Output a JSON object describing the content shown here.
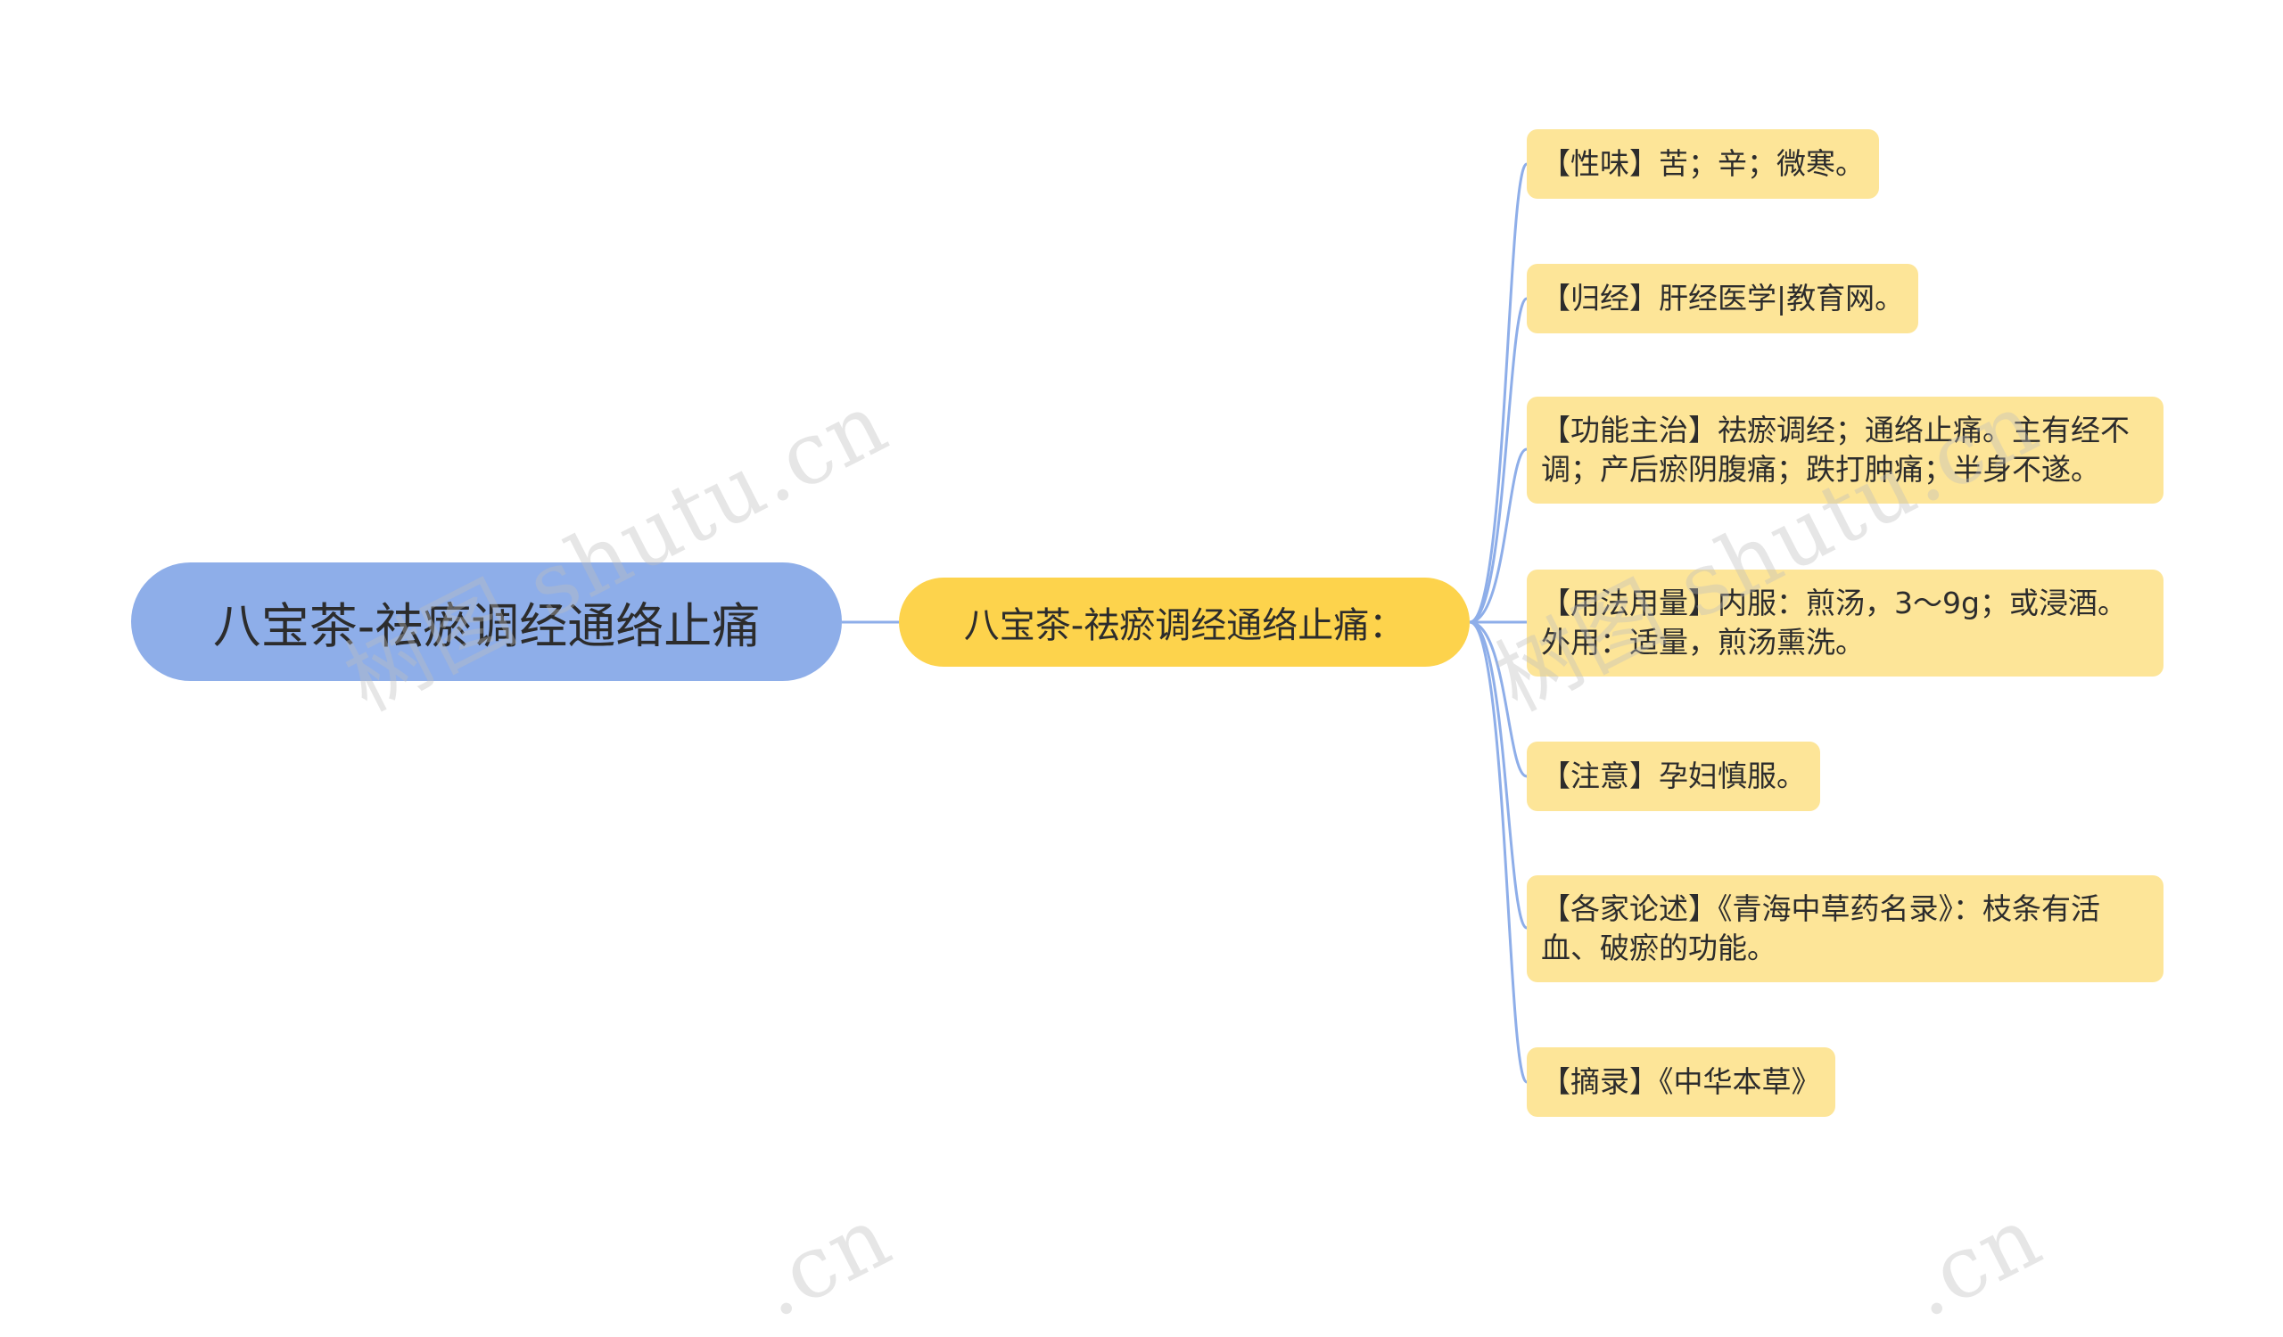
{
  "root": {
    "label": "八宝茶-祛瘀调经通络止痛"
  },
  "hub": {
    "label": "八宝茶-祛瘀调经通络止痛："
  },
  "leaves": [
    {
      "text": "【性味】苦；辛；微寒。"
    },
    {
      "text": "【归经】肝经医学|教育网。"
    },
    {
      "text": "【功能主治】祛瘀调经；通络止痛。主有经不\n调；产后瘀阴腹痛；跌打肿痛；半身不遂。"
    },
    {
      "text": "【用法用量】内服：煎汤，3～9g；或浸酒。\n外用：适量，煎汤熏洗。"
    },
    {
      "text": "【注意】孕妇慎服。"
    },
    {
      "text": "【各家论述】《青海中草药名录》：枝条有活\n血、破瘀的功能。"
    },
    {
      "text": "【摘录】《中华本草》"
    }
  ],
  "watermarks": [
    "树图 shutu.cn",
    "树图 shutu.cn",
    ".cn",
    ".cn"
  ],
  "colors": {
    "root": "#8eaee9",
    "hub": "#fdd34c",
    "leaf": "#fde598",
    "connector": "#8eaee9"
  }
}
